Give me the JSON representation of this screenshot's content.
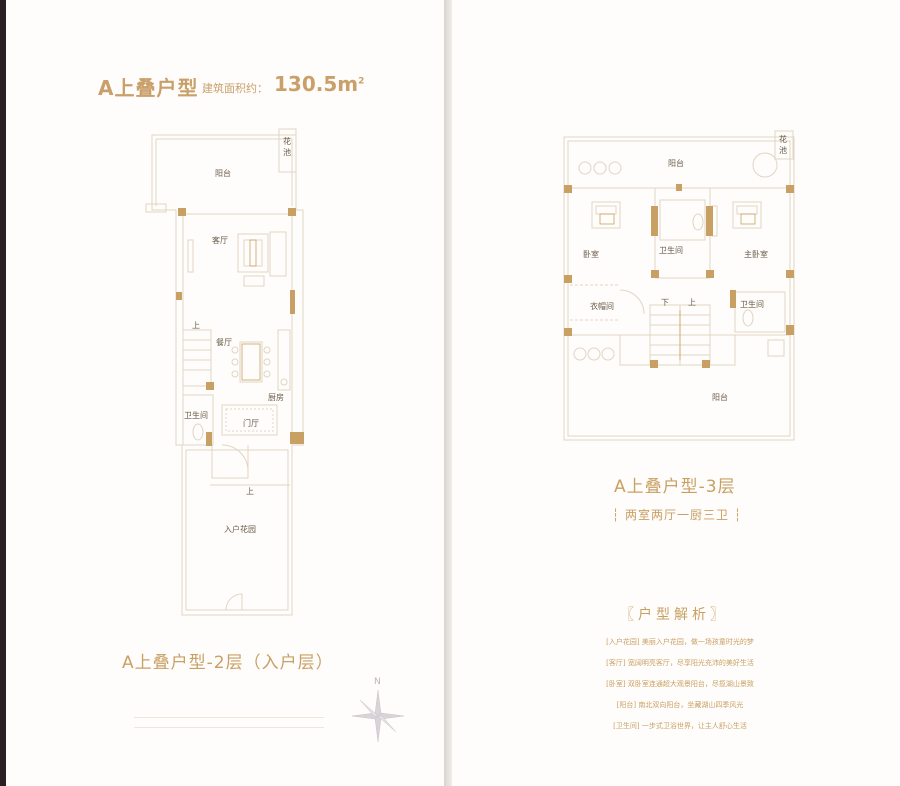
{
  "left_page": {
    "header": {
      "title": "A上叠户型",
      "area_label": "建筑面积约：",
      "area_value": "130.5",
      "area_unit": "m",
      "area_unit_sup": "2"
    },
    "rooms": {
      "balcony": "阳台",
      "flower_bed_1": "花",
      "flower_bed_2": "池",
      "living": "客厅",
      "up": "上",
      "dining": "餐厅",
      "kitchen": "厨房",
      "bathroom": "卫生间",
      "foyer": "门厅",
      "up_2": "上",
      "garden": "入户花园"
    },
    "caption": "A上叠户型-2层（入户层）",
    "compass_n": "N"
  },
  "right_page": {
    "rooms": {
      "flower_bed_1": "花",
      "flower_bed_2": "池",
      "balcony_top": "阳台",
      "bedroom": "卧室",
      "bathroom_mid": "卫生间",
      "master": "主卧室",
      "closet": "衣帽间",
      "down": "下",
      "up": "上",
      "bathroom_right": "卫生间",
      "balcony_bottom": "阳台"
    },
    "caption": "A上叠户型-3层",
    "subtitle": "两室两厅一厨三卫",
    "analysis_title": "户型解析",
    "analysis": [
      "[入户花园] 美丽入户花园，做一场孩童时光的梦",
      "[客厅] 宽阔明亮客厅，尽享阳光充沛的美好生活",
      "[卧室] 双卧室连通超大观景阳台，尽揽湖山景致",
      "[阳台] 南北双向阳台，坐藏湖山四季风光",
      "[卫生间] 一步式卫浴世界，让主人舒心生活"
    ]
  },
  "colors": {
    "accent": "#c9a063",
    "wall": "#c9a063",
    "line": "#ded2bf"
  }
}
